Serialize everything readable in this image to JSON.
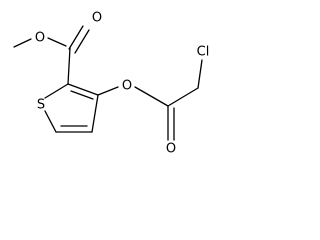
{
  "structure": {
    "atom_labels": {
      "ester_carbonyl_oxygen": "O",
      "ester_ether_oxygen": "O",
      "thiophene_sulfur": "S",
      "acetoxy_ether_oxygen": "O",
      "acetoxy_carbonyl_oxygen": "O",
      "chlorine": "Cl"
    }
  }
}
